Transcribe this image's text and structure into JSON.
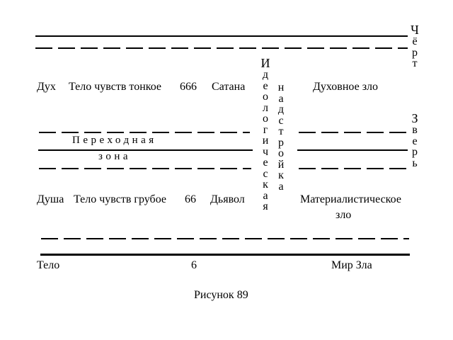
{
  "figure": {
    "caption": "Рисунок 89"
  },
  "upper_row": {
    "label": "Дух",
    "body": "Тело чувств тонкое",
    "number": "666",
    "entity": "Сатана",
    "evil": "Духовное зло"
  },
  "transition": {
    "line1": "Переходная",
    "line2": "зона"
  },
  "lower_row": {
    "label": "Душа",
    "body": "Тело чувств грубое",
    "number": "66",
    "entity": "Дьявол",
    "evil_line1": "Материалистическое",
    "evil_line2": "зло"
  },
  "bottom_row": {
    "label": "Тело",
    "number": "6",
    "world": "Мир Зла"
  },
  "vertical_labels": {
    "ideological": [
      "И",
      "д",
      "е",
      "о",
      "л",
      "о",
      "г",
      "и",
      "ч",
      "е",
      "с",
      "к",
      "а",
      "я"
    ],
    "superstructure": [
      "н",
      "а",
      "д",
      "с",
      "т",
      "р",
      "о",
      "й",
      "к",
      "а"
    ],
    "devil": [
      "Ч",
      "ё",
      "р",
      "т"
    ],
    "beast": [
      "З",
      "в",
      "е",
      "р",
      "ь"
    ]
  }
}
